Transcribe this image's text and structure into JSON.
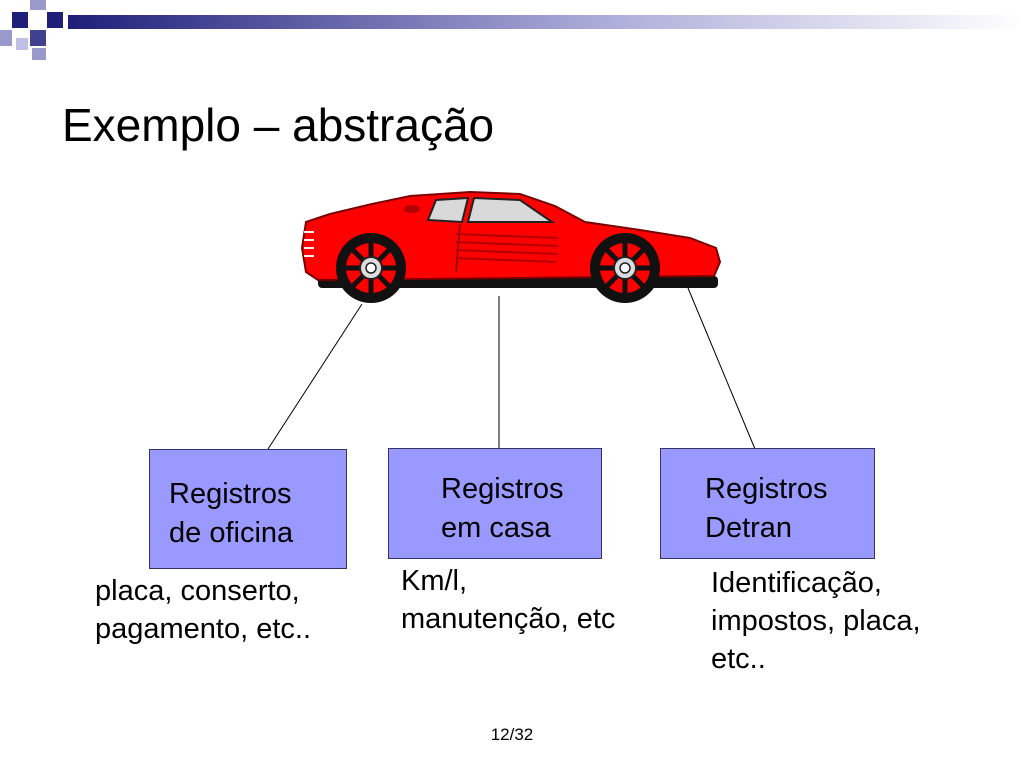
{
  "slide": {
    "title": "Exemplo – abstração",
    "page_number": "12/32"
  },
  "boxes": {
    "oficina": {
      "line1": "Registros",
      "line2": "de oficina"
    },
    "casa": {
      "line1": "Registros",
      "line2": "em casa"
    },
    "detran": {
      "line1": "Registros",
      "line2": "Detran"
    }
  },
  "notes": {
    "oficina": {
      "line1": "placa, conserto,",
      "line2": "pagamento, etc.."
    },
    "casa": {
      "line1": "Km/l,",
      "line2": "manutenção, etc"
    },
    "detran": {
      "line1": "Identificação,",
      "line2": "impostos, placa,",
      "line3": "etc.."
    }
  },
  "colors": {
    "box_fill": "#9999ff",
    "car_body": "#ff0000",
    "deco_navy": "#1f1f7a",
    "deco_light": "#9999cc"
  },
  "icons": {
    "illustration": "sports-car-illustration"
  }
}
